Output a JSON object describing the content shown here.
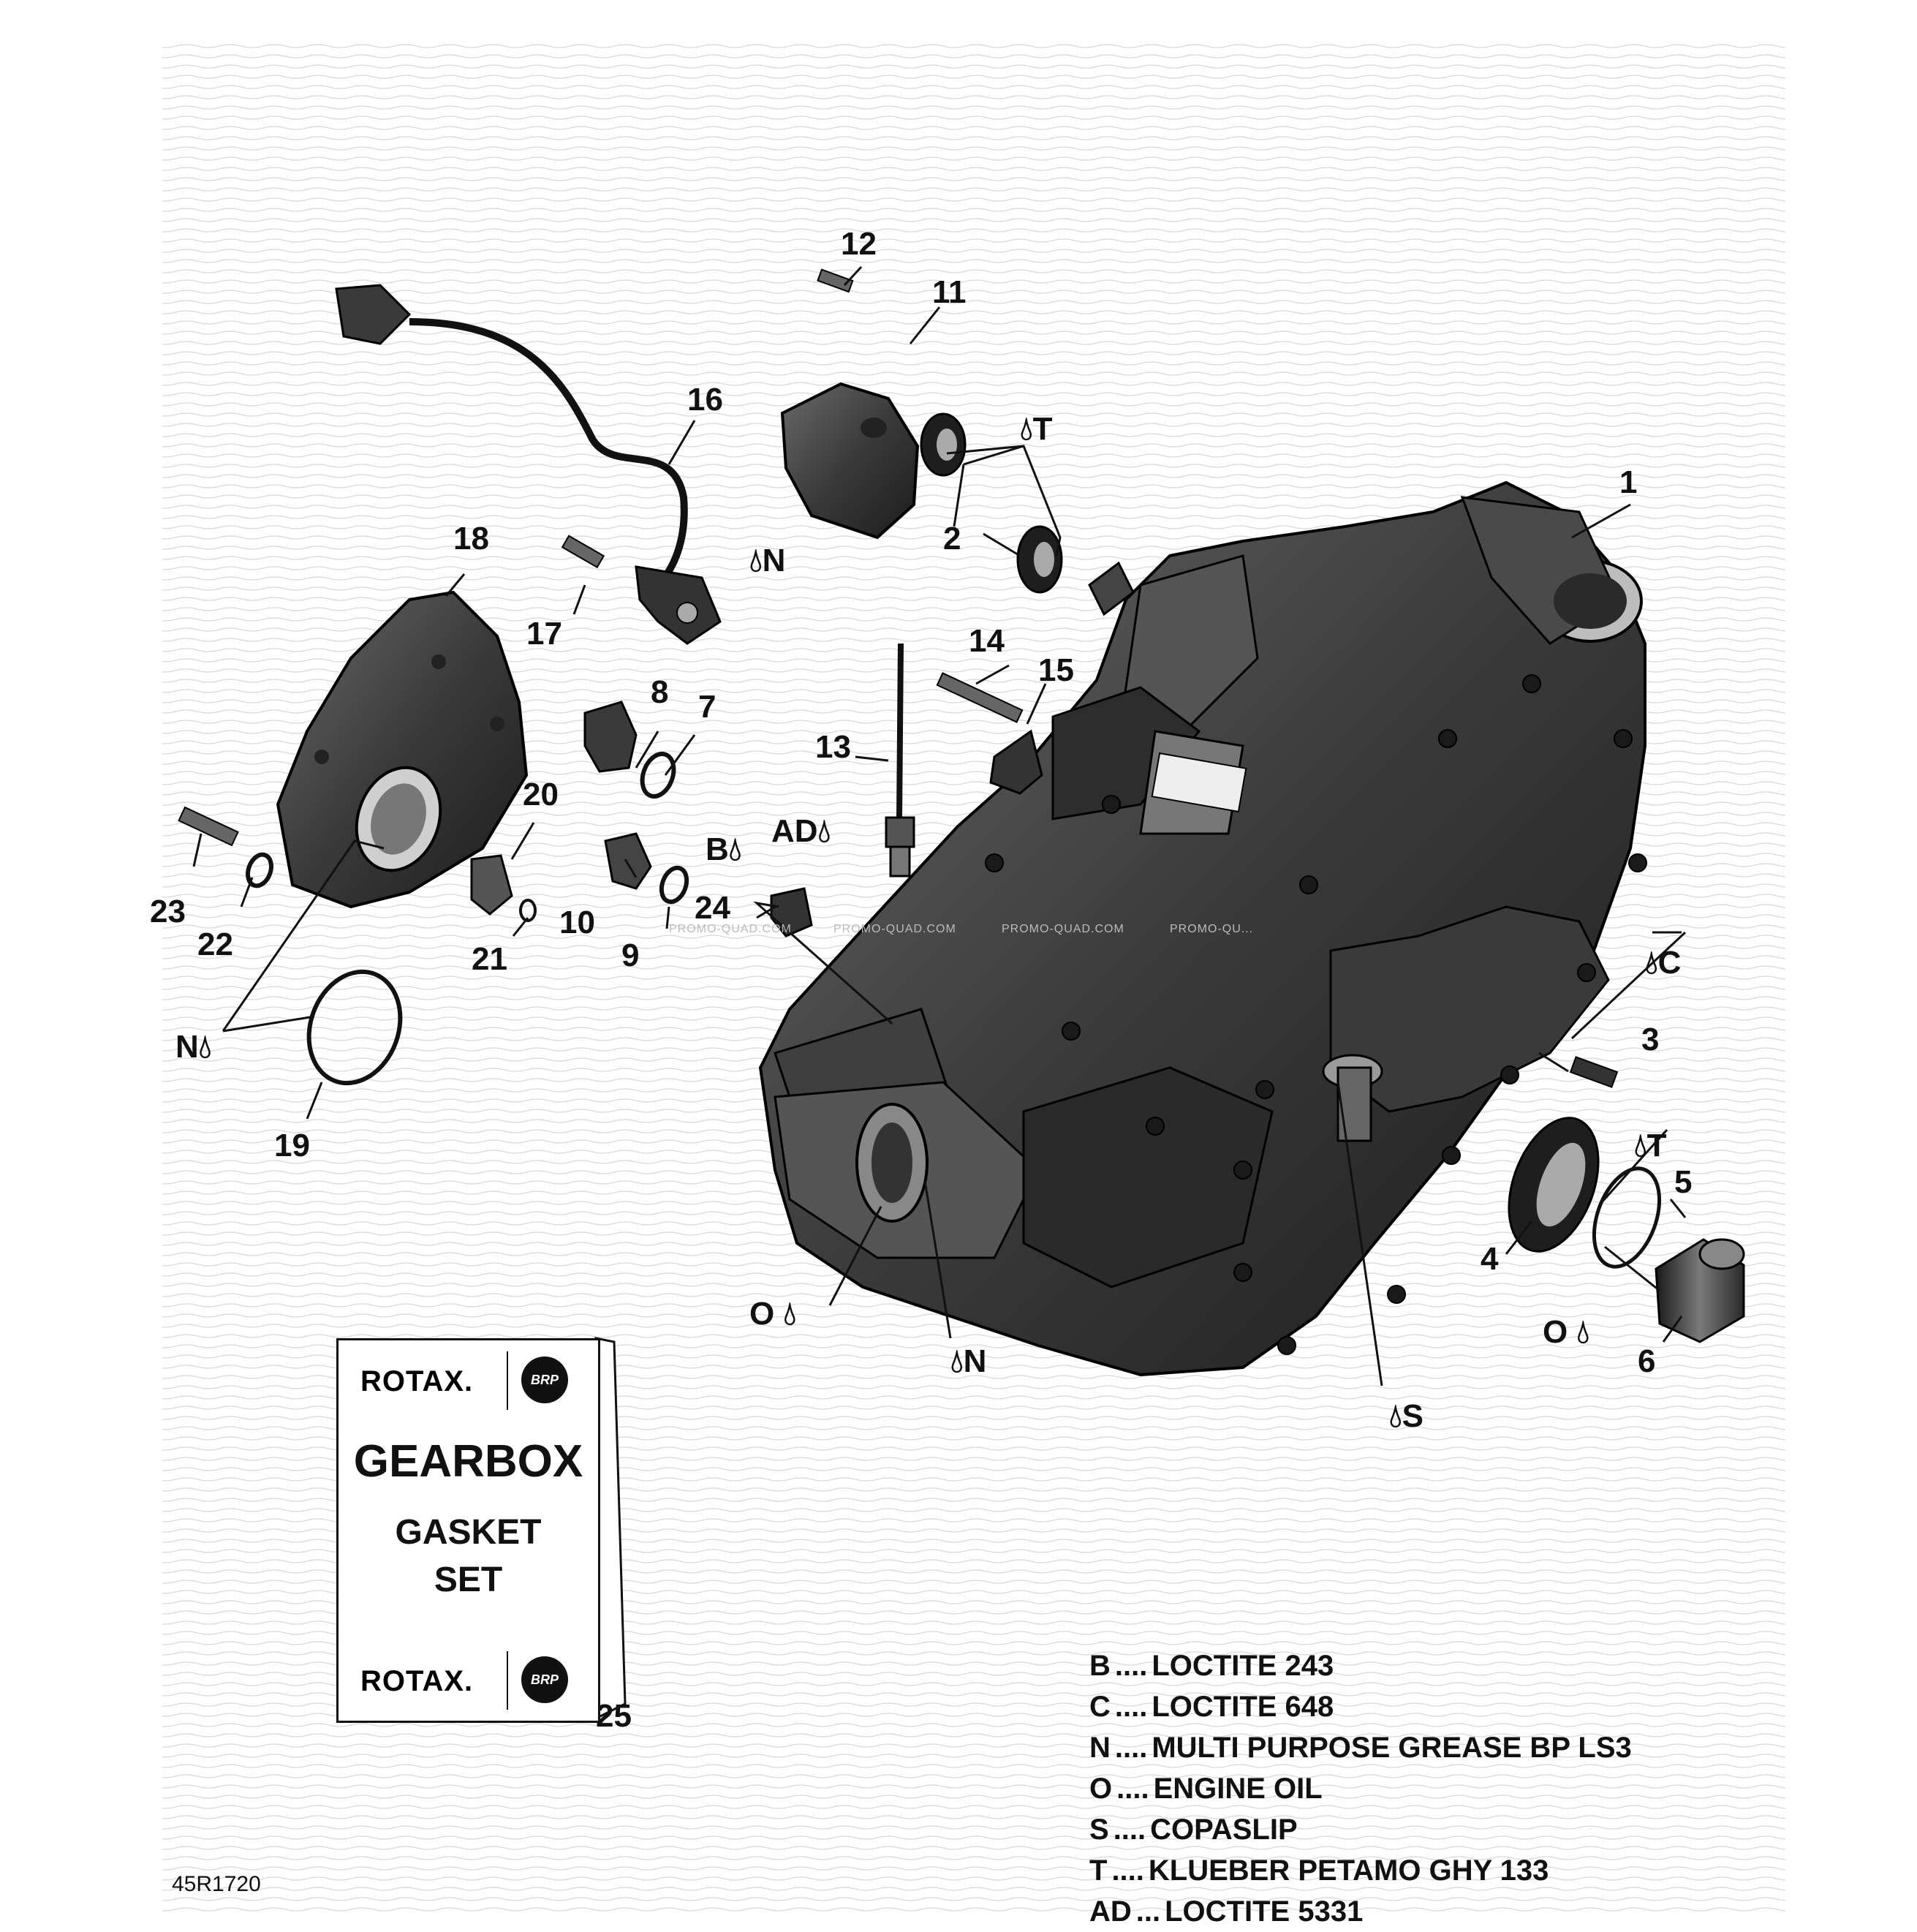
{
  "diagram_id": "45R1720",
  "watermarks": [
    "PROMO-QUAD.COM",
    "PROMO-QUAD.COM",
    "PROMO-QUAD.COM",
    "PROMO-QU..."
  ],
  "callouts": {
    "c1": "1",
    "c2": "2",
    "c3": "3",
    "c4": "4",
    "c5": "5",
    "c6": "6",
    "c7": "7",
    "c8": "8",
    "c9": "9",
    "c10": "10",
    "c11": "11",
    "c12": "12",
    "c13": "13",
    "c14": "14",
    "c15": "15",
    "c16": "16",
    "c17": "17",
    "c18": "18",
    "c19": "19",
    "c20": "20",
    "c21": "21",
    "c22": "22",
    "c23": "23",
    "c24": "24",
    "c25": "25"
  },
  "symbol_tags": {
    "t_top": "T",
    "n_sensor": "N",
    "ad": "AD",
    "b": "B",
    "n_left": "N",
    "c_right": "C",
    "t_right": "T",
    "o_bottom_left": "O",
    "n_bottom": "N",
    "s_bottom": "S",
    "o_right": "O"
  },
  "kit": {
    "brand_top": "ROTAX.",
    "brand_bottom": "ROTAX.",
    "brp": "BRP",
    "title": "GEARBOX",
    "sub1": "GASKET",
    "sub2": "SET"
  },
  "legend": [
    {
      "code": "B",
      "dots": "....",
      "text": "LOCTITE 243"
    },
    {
      "code": "C",
      "dots": "....",
      "text": "LOCTITE 648"
    },
    {
      "code": "N",
      "dots": "....",
      "text": "MULTI PURPOSE GREASE BP LS3"
    },
    {
      "code": "O",
      "dots": "....",
      "text": "ENGINE OIL"
    },
    {
      "code": "S",
      "dots": "....",
      "text": "COPASLIP"
    },
    {
      "code": "T",
      "dots": "....",
      "text": "KLUEBER PETAMO GHY 133"
    },
    {
      "code": "AD",
      "dots": "...",
      "text": "LOCTITE 5331"
    }
  ]
}
